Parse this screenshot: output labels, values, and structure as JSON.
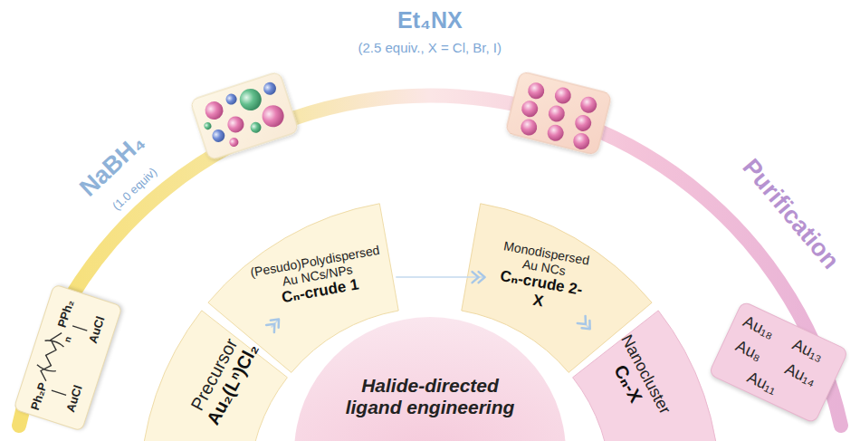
{
  "diagram": {
    "nodes": [
      {
        "text": [
          "Ph₂P",
          "PPh₂",
          "n",
          "AuCl",
          "AuCl"
        ]
      },
      {
        "text": [
          "Precursor",
          "Au₂(Lⁿ)Cl₂"
        ]
      },
      {
        "text": [
          "(Pesudo)Polydispersed Au NCs/NPs",
          "Cₙ-crude 1"
        ]
      },
      {
        "text": [
          "Monodispersed Au NCs",
          "Cₙ-crude 2-X"
        ]
      },
      {
        "text": [
          "Nanocluster",
          "Cₙ-X"
        ]
      },
      {
        "text": [
          "Au₁₈",
          "Au₁₃",
          "Au₈",
          "Au₁₄",
          "Au₁₁"
        ]
      },
      {
        "text": [
          "Halide-directed ligand engineering"
        ]
      }
    ],
    "edges": [
      {
        "from": 1,
        "to": 2,
        "arrow": "to"
      },
      {
        "from": 2,
        "to": 3,
        "arrow": "to"
      },
      {
        "from": 3,
        "to": 4,
        "arrow": "to"
      }
    ],
    "labels": [
      "NaBH₄",
      "(1.0 equiv)",
      "Et₄NX",
      "(2.5 equiv., X = Cl, Br, I)",
      "Purification"
    ]
  }
}
